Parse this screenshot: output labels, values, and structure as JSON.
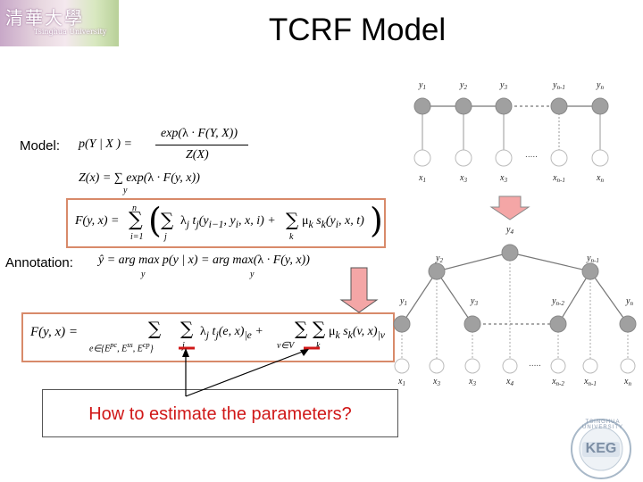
{
  "logo": {
    "chars": "清華大學",
    "sub": "Tsinghua University"
  },
  "title": "TCRF Model",
  "labels": {
    "model": "Model:",
    "annotation": "Annotation:"
  },
  "question": "How to estimate the parameters?",
  "colors": {
    "box_border": "#d88a6a",
    "arrow_fill": "#f4a6a6",
    "question_text": "#d01818",
    "node_fill": "#a0a0a0"
  },
  "graph_top": {
    "y_labels": [
      "y1",
      "y2",
      "y3",
      "yn-1",
      "yn"
    ],
    "x_labels": [
      "x1",
      "x3",
      "x3",
      "xn-1",
      "xn"
    ],
    "ellipsis": "....."
  },
  "graph_bottom": {
    "root": "y4",
    "level2": [
      "y2",
      "yn-1"
    ],
    "level3": [
      "y1",
      "y3",
      "yn-2",
      "yn"
    ],
    "x_labels": [
      "x1",
      "x3",
      "x3",
      "x4",
      "xn-2",
      "xn-1",
      "xn"
    ],
    "ellipsis": "....."
  },
  "keg_logo": {
    "text": "KEG",
    "ring": "TSINGHUA UNIVERSITY"
  }
}
